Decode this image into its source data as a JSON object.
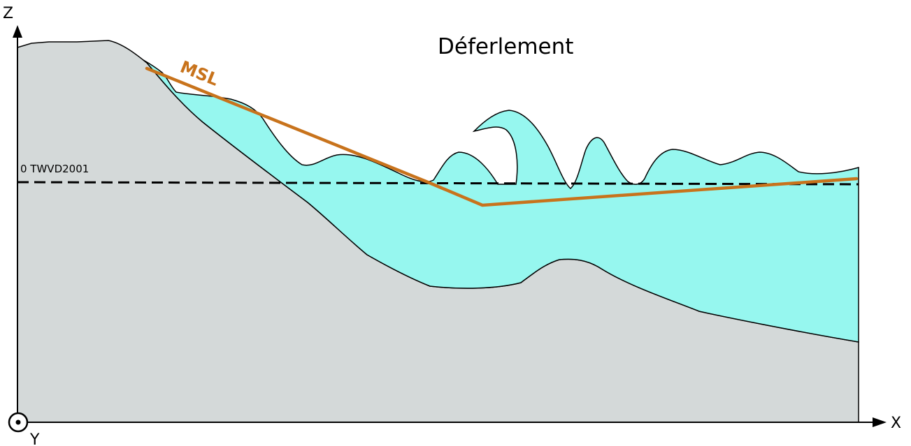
{
  "title": "Déferlement",
  "msl_label": "MSL",
  "datum_label": "0 TWVD2001",
  "axes": {
    "z_label": "Z",
    "x_label": "X",
    "y_label": "Y"
  },
  "colors": {
    "land": "#d4d9d9",
    "water": "#96f7ef",
    "msl": "#c8731c",
    "outline": "#000000"
  }
}
